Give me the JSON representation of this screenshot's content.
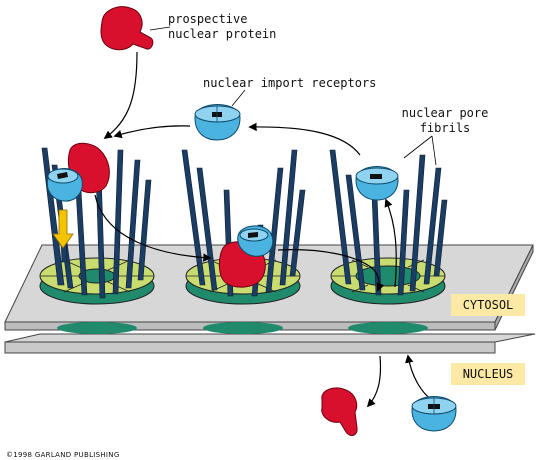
{
  "labels": {
    "prospective_line1": "prospective",
    "prospective_line2": "nuclear protein",
    "import_receptors": "nuclear import receptors",
    "pore_fibrils_line1": "nuclear pore",
    "pore_fibrils_line2": "fibrils",
    "cytosol": "CYTOSOL",
    "nucleus": "NUCLEUS",
    "copyright": "©1998 GARLAND PUBLISHING"
  },
  "colors": {
    "protein_red": "#d8102e",
    "receptor_blue": "#4ab3e0",
    "fibril_navy": "#1c3d63",
    "pore_ring_green": "#c8dc70",
    "pore_center_green": "#1f8a6c",
    "membrane_gray": "#d7d7d7",
    "label_bg": "#fde9a6",
    "import_arrow_yellow": "#f5c400"
  },
  "icons": [
    "protein-icon",
    "receptor-icon",
    "arrow-icon"
  ]
}
